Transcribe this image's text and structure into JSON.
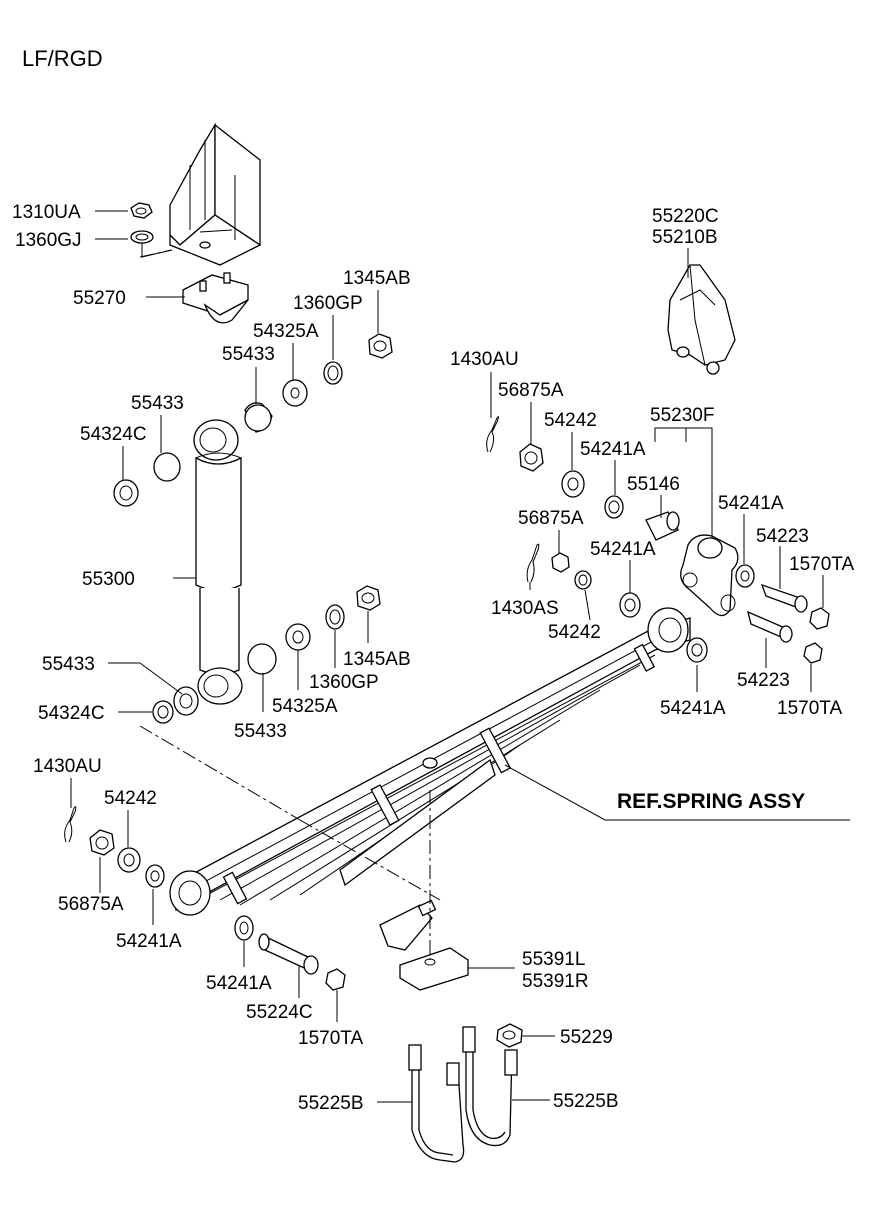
{
  "diagram": {
    "title": "LF/RGD",
    "ref_label": "REF.SPRING ASSY",
    "callouts": {
      "c1310UA": "1310UA",
      "c1360GJ": "1360GJ",
      "c55270": "55270",
      "c1345AB_top": "1345AB",
      "c1360GP_top": "1360GP",
      "c54325A_top": "54325A",
      "c55433_top": "55433",
      "c55433_mid": "55433",
      "c54324C_top": "54324C",
      "c55300": "55300",
      "c55433_left": "55433",
      "c54324C_bot": "54324C",
      "c55433_bot": "55433",
      "c54325A_bot": "54325A",
      "c1360GP_bot": "1360GP",
      "c1345AB_bot": "1345AB",
      "c55220C": "55220C",
      "c55210B": "55210B",
      "c1430AU_top": "1430AU",
      "c56875A_top": "56875A",
      "c54242_top": "54242",
      "c55230F": "55230F",
      "c54241A_a": "54241A",
      "c55146": "55146",
      "c54241A_b": "54241A",
      "c54223_top": "54223",
      "c56875A_mid": "56875A",
      "c54241A_c": "54241A",
      "c1570TA_top": "1570TA",
      "c1430AS": "1430AS",
      "c54242_mid": "54242",
      "c54223_bot": "54223",
      "c54241A_d": "54241A",
      "c1570TA_bot": "1570TA",
      "c1430AU_bot": "1430AU",
      "c54242_bot": "54242",
      "c56875A_bot": "56875A",
      "c54241A_e": "54241A",
      "c54241A_f": "54241A",
      "c55224C": "55224C",
      "c1570TA_low": "1570TA",
      "c55391L": "55391L",
      "c55391R": "55391R",
      "c55229": "55229",
      "c55225B_left": "55225B",
      "c55225B_right": "55225B"
    }
  }
}
